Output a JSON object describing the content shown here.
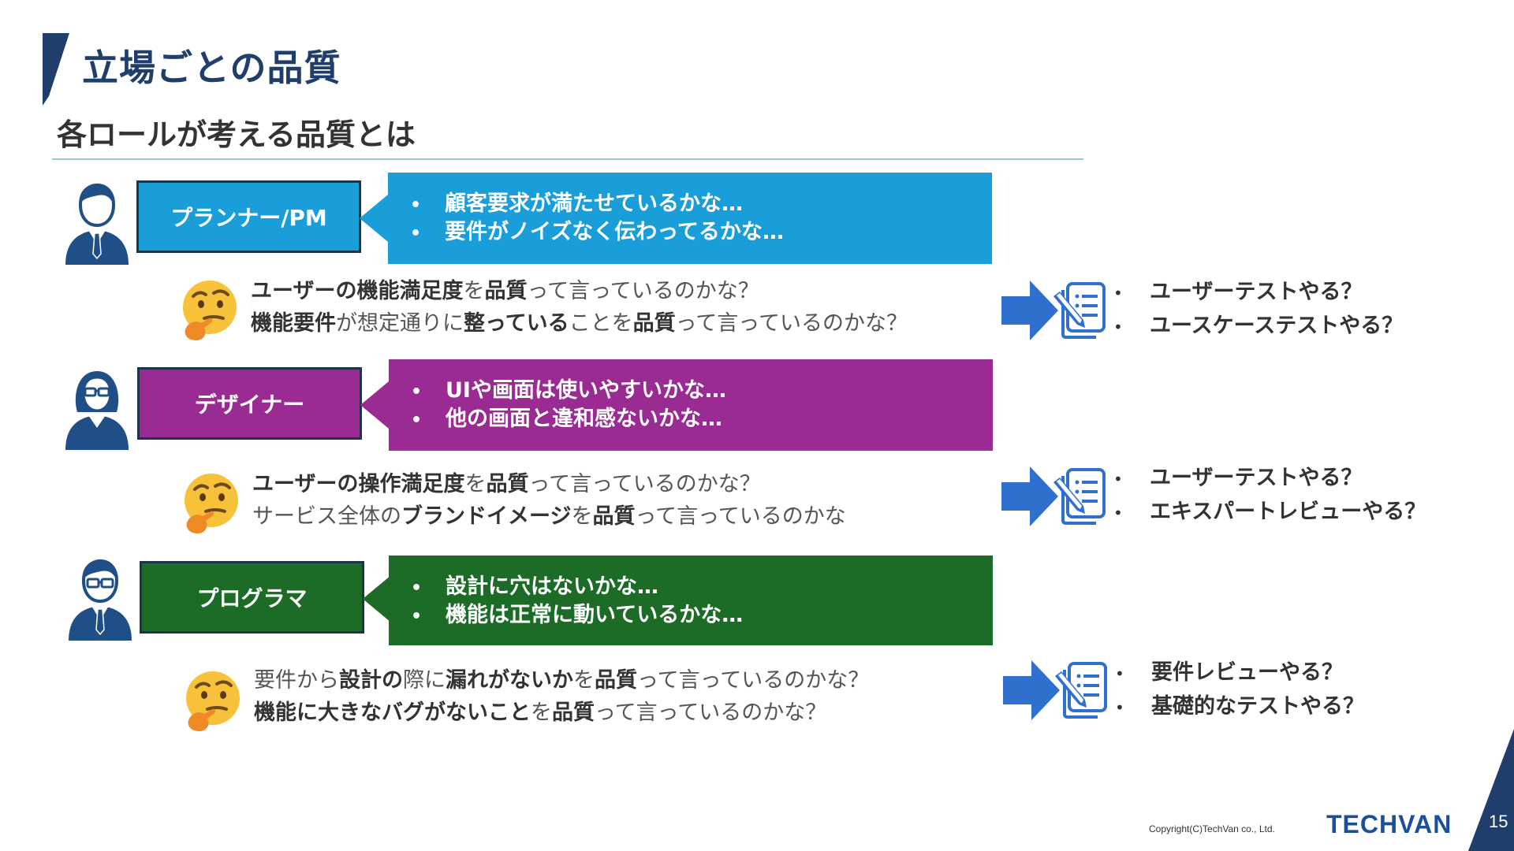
{
  "slide": {
    "title": "立場ごとの品質",
    "subtitle": "各ロールが考える品質とは",
    "page_number": "15",
    "copyright": "Copyright(C)TechVan co., Ltd.",
    "logo_text": "TECHVAN"
  },
  "colors": {
    "title": "#1f3e6b",
    "planner": "#1a9ed9",
    "designer": "#992b93",
    "programmer": "#1c6b26",
    "arrow": "#2f6fce",
    "accent_dark": "#1f3e6b"
  },
  "roles": [
    {
      "label": "プランナー/PM",
      "icon": "person-businessman-icon",
      "bubble_lines": [
        "顧客要求が満たせているかな…",
        "要件がノイズなく伝わってるかな…"
      ],
      "questions": [
        [
          {
            "t": "ユーザーの機能満足度",
            "b": true
          },
          {
            "t": "を",
            "b": false
          },
          {
            "t": "品質",
            "b": true
          },
          {
            "t": "って言っているのかな？",
            "b": false
          }
        ],
        [
          {
            "t": "機能要件",
            "b": true
          },
          {
            "t": "が想定通りに",
            "b": false
          },
          {
            "t": "整っている",
            "b": true
          },
          {
            "t": "ことを",
            "b": false
          },
          {
            "t": "品質",
            "b": true
          },
          {
            "t": "って言っているのかな？",
            "b": false
          }
        ]
      ],
      "actions": [
        "ユーザーテストやる？",
        "ユースケーステストやる？"
      ]
    },
    {
      "label": "デザイナー",
      "icon": "person-glasses-woman-icon",
      "bubble_lines": [
        "UIや画面は使いやすいかな…",
        "他の画面と違和感ないかな…"
      ],
      "questions": [
        [
          {
            "t": "ユーザーの操作満足度",
            "b": true
          },
          {
            "t": "を",
            "b": false
          },
          {
            "t": "品質",
            "b": true
          },
          {
            "t": "って言っているのかな？",
            "b": false
          }
        ],
        [
          {
            "t": "サービス全体の",
            "b": false
          },
          {
            "t": "ブランドイメージ",
            "b": true
          },
          {
            "t": "を",
            "b": false
          },
          {
            "t": "品質",
            "b": true
          },
          {
            "t": "って言っているのかな",
            "b": false
          }
        ]
      ],
      "actions": [
        "ユーザーテストやる？",
        "エキスパートレビューやる？"
      ]
    },
    {
      "label": "プログラマ",
      "icon": "person-glasses-man-icon",
      "bubble_lines": [
        "設計に穴はないかな…",
        "機能は正常に動いているかな…"
      ],
      "questions": [
        [
          {
            "t": "要件から",
            "b": false
          },
          {
            "t": "設計の",
            "b": true
          },
          {
            "t": "際に",
            "b": false
          },
          {
            "t": "漏れがないか",
            "b": true
          },
          {
            "t": "を",
            "b": false
          },
          {
            "t": "品質",
            "b": true
          },
          {
            "t": "って言っているのかな？",
            "b": false
          }
        ],
        [
          {
            "t": "機能に大きなバグがないこと",
            "b": true
          },
          {
            "t": "を",
            "b": false
          },
          {
            "t": "品質",
            "b": true
          },
          {
            "t": "って言っているのかな？",
            "b": false
          }
        ]
      ],
      "actions": [
        "要件レビューやる？",
        "基礎的なテストやる？"
      ]
    }
  ]
}
